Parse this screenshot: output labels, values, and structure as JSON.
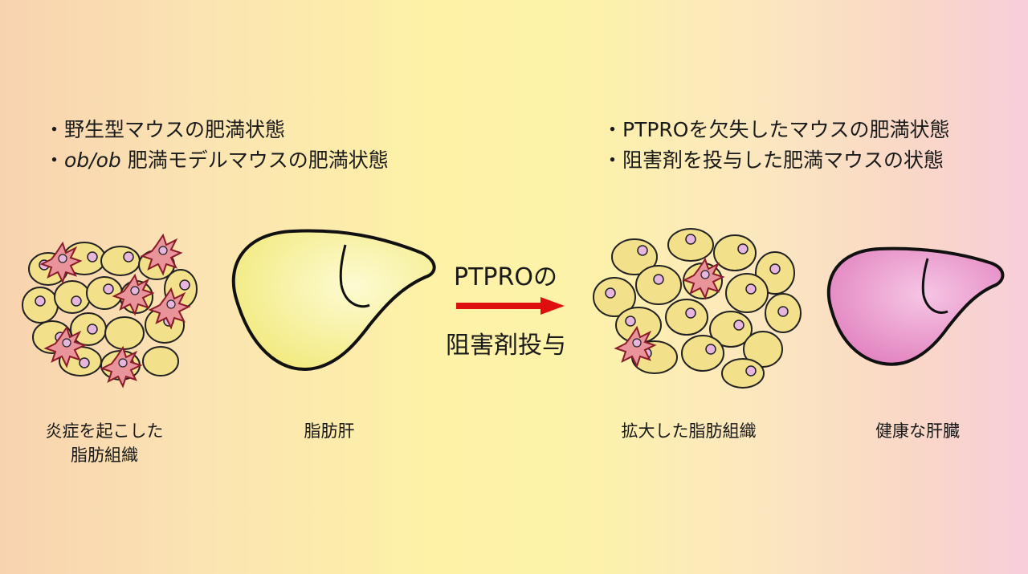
{
  "left_bullets": [
    "・野生型マウスの肥満状態",
    "・",
    "ob/ob",
    " 肥満モデルマウスの肥満状態"
  ],
  "right_bullets": [
    "・PTPROを欠失したマウスの肥満状態",
    "・阻害剤を投与した肥満マウスの状態"
  ],
  "treatment": {
    "line1": "PTPROの",
    "line2": "阻害剤投与"
  },
  "captions": {
    "inflamed_tissue_line1": "炎症を起こした",
    "inflamed_tissue_line2": "脂肪組織",
    "fatty_liver": "脂肪肝",
    "expanded_tissue": "拡大した脂肪組織",
    "healthy_liver": "健康な肝臓"
  },
  "colors": {
    "fat_cell": "#f2e08a",
    "macrophage": "#e9949a",
    "fatty_liver": "#f5ef8e",
    "healthy_liver": "#e58ec4",
    "arrow": "#e00f0f",
    "nucleus": "#e6b6de"
  }
}
